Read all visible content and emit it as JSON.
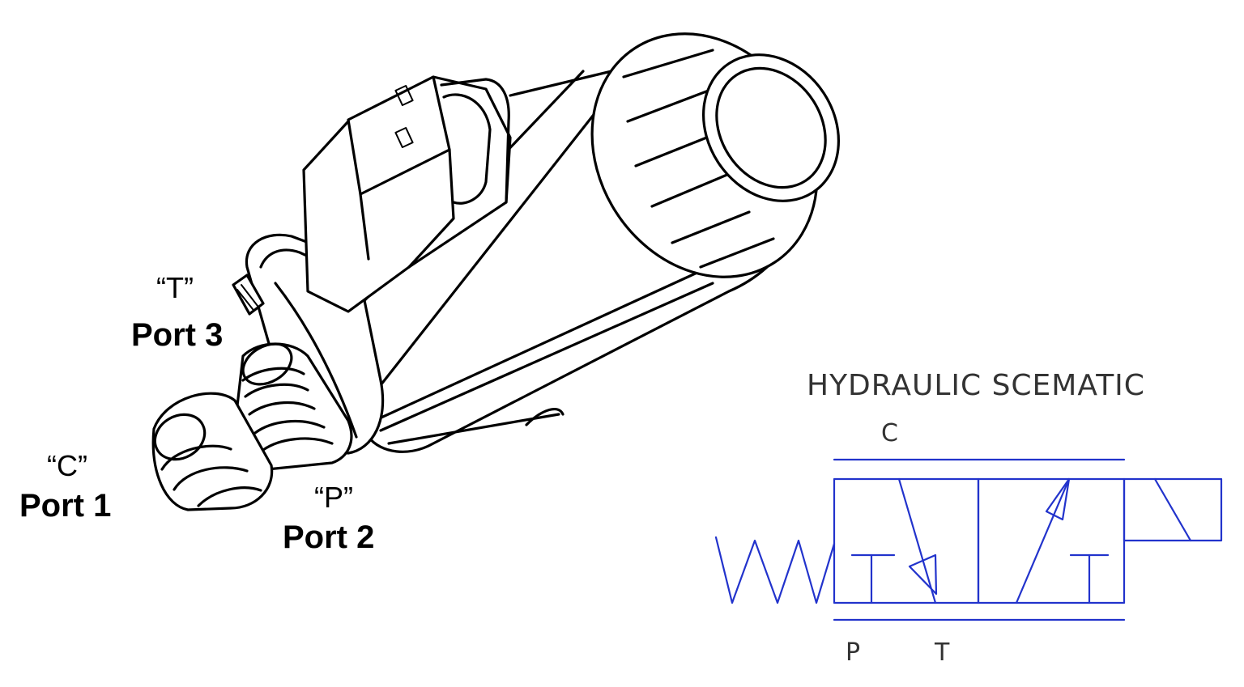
{
  "labels": {
    "port3_quote": "“T”",
    "port3_name": "Port 3",
    "port1_quote": "“C”",
    "port1_name": "Port 1",
    "port2_quote": "“P”",
    "port2_name": "Port 2"
  },
  "schematic": {
    "title": "HYDRAULIC SCEMATIC",
    "port_c": "C",
    "port_p": "P",
    "port_t": "T",
    "line_color": "#2233cc"
  }
}
